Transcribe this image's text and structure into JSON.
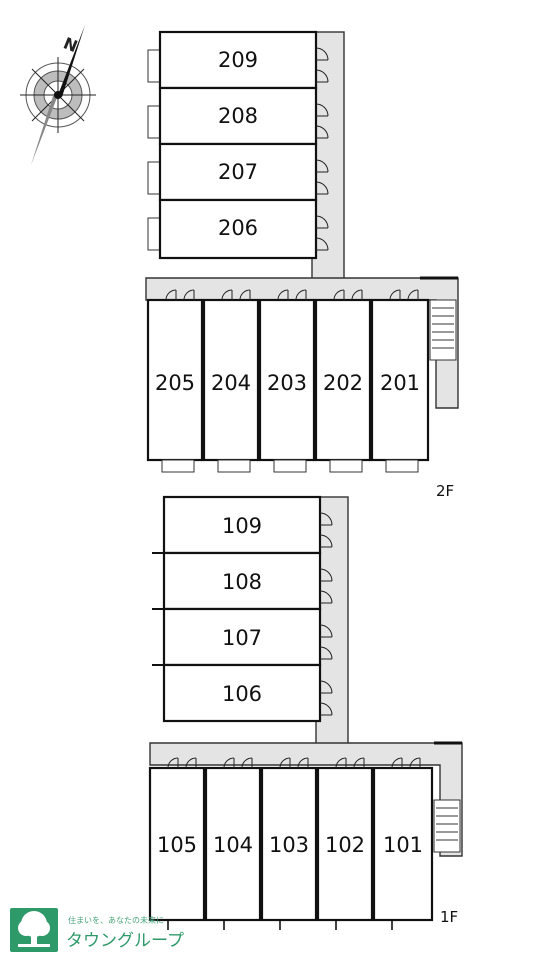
{
  "compass": {
    "label": "N",
    "icon": "north-compass-icon"
  },
  "floors": [
    {
      "label": "2F",
      "stack_units": [
        "209",
        "208",
        "207",
        "206"
      ],
      "row_units": [
        "205",
        "204",
        "203",
        "202",
        "201"
      ]
    },
    {
      "label": "1F",
      "stack_units": [
        "109",
        "108",
        "107",
        "106"
      ],
      "row_units": [
        "105",
        "104",
        "103",
        "102",
        "101"
      ]
    }
  ],
  "logo": {
    "name": "タウングループ",
    "tagline": "住まいを、あなたの未来に",
    "icon": "tree-logo-icon",
    "color": "#2e9a6a"
  },
  "colors": {
    "corridor": "#e4e4e4",
    "wall": "#111111"
  }
}
